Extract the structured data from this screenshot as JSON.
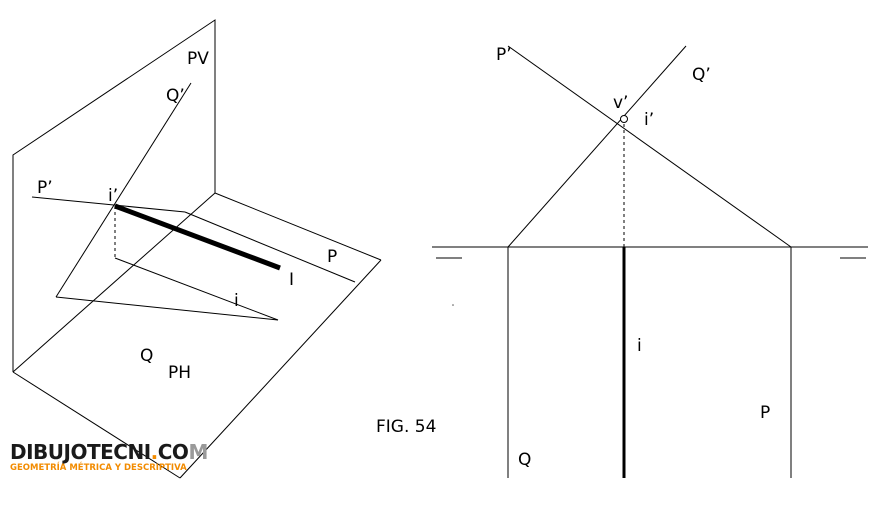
{
  "left_figure": {
    "labels": {
      "pv": "PV",
      "q_prime": "Q’",
      "p_prime": "P’",
      "i_prime": "i’",
      "l": "I",
      "p": "P",
      "i": "i",
      "q": "Q",
      "ph": "PH"
    }
  },
  "right_figure": {
    "labels": {
      "p_prime": "P’",
      "q_prime": "Q’",
      "v_prime": "v’",
      "i_prime": "i’",
      "i": "i",
      "p": "P",
      "q": "Q"
    },
    "caption": "FIG. 54"
  },
  "logo": {
    "main_dark": "DIBUJOTECNI",
    "main_dot": ".",
    "main_co": "CO",
    "main_m": "M",
    "subtitle": "GEOMETRÍA MÉTRICA Y DESCRIPTIVA"
  }
}
